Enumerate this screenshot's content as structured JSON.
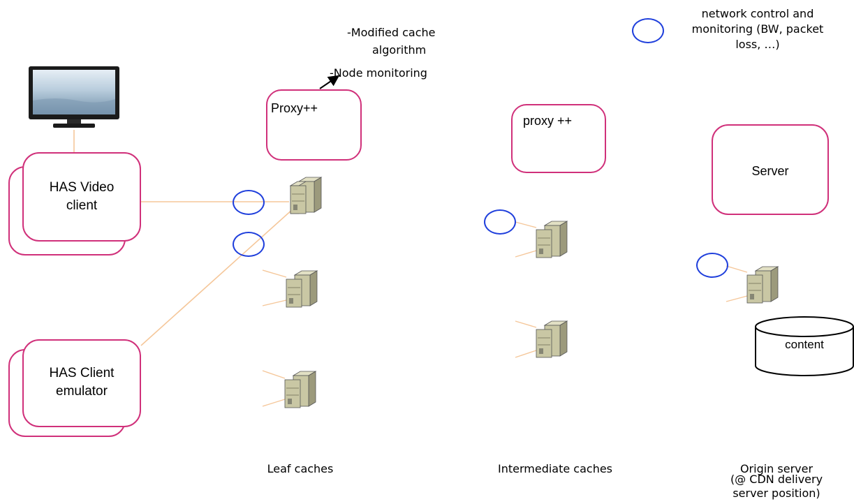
{
  "notes": {
    "line1": "-Modified cache",
    "line2": "algorithm",
    "line3": "-Node monitoring"
  },
  "legend": {
    "icon": "blue-circle",
    "line1": "network control and",
    "line2": "monitoring (BW, packet",
    "line3": "loss, …)"
  },
  "clients": {
    "video_line1": "HAS Video",
    "video_line2": "client",
    "emulator_line1": "HAS Client",
    "emulator_line2": "emulator"
  },
  "proxies": {
    "leaf": "Proxy++",
    "intermediate": "proxy ++",
    "server": "Server"
  },
  "storage": {
    "content": "content"
  },
  "columns": {
    "leaf": "Leaf caches",
    "intermediate": "Intermediate  caches",
    "origin": "Origin server",
    "origin_note1": "(@ CDN delivery",
    "origin_note2": "server position)"
  },
  "colors": {
    "box_border": "#d0307a",
    "monitor_ring": "#1f3fdc",
    "link_line": "#f5c79a",
    "server_body": "#c9c7a4"
  }
}
